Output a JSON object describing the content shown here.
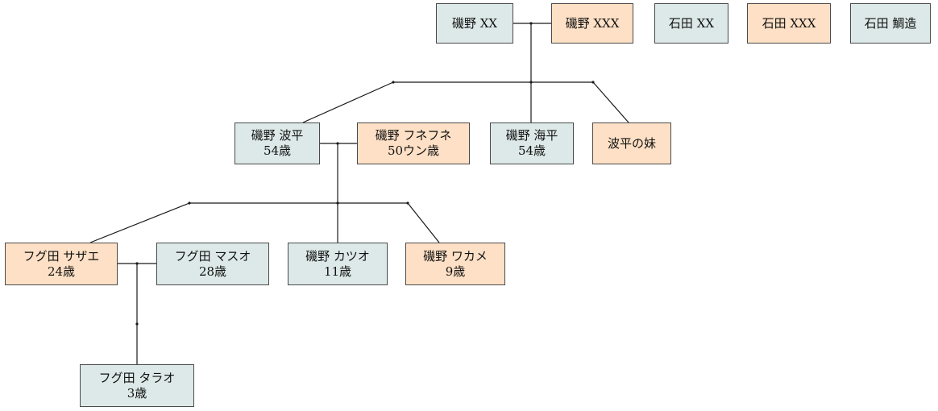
{
  "colors": {
    "male": "#dde9e8",
    "female": "#fde0c5",
    "line": "#1a1a1a",
    "border": "#4a4a4a"
  },
  "people": {
    "isono_xx": {
      "name": "磯野 XX",
      "age": ""
    },
    "isono_xxx": {
      "name": "磯野 XXX",
      "age": ""
    },
    "ishida_xx": {
      "name": "石田 XX",
      "age": ""
    },
    "ishida_xxx": {
      "name": "石田 XXX",
      "age": ""
    },
    "ishida_taizo": {
      "name": "石田 鯛造",
      "age": ""
    },
    "namihei": {
      "name": "磯野 波平",
      "age": "54歳"
    },
    "fune": {
      "name": "磯野 フネフネ",
      "age": "50ウン歳"
    },
    "umihei": {
      "name": "磯野 海平",
      "age": "54歳"
    },
    "namihei_sister": {
      "name": "波平の妹",
      "age": ""
    },
    "sazae": {
      "name": "フグ田 サザエ",
      "age": "24歳"
    },
    "masuo": {
      "name": "フグ田 マスオ",
      "age": "28歳"
    },
    "katsuo": {
      "name": "磯野 カツオ",
      "age": "11歳"
    },
    "wakame": {
      "name": "磯野 ワカメ",
      "age": "9歳"
    },
    "tarao": {
      "name": "フグ田 タラオ",
      "age": "3歳"
    }
  }
}
